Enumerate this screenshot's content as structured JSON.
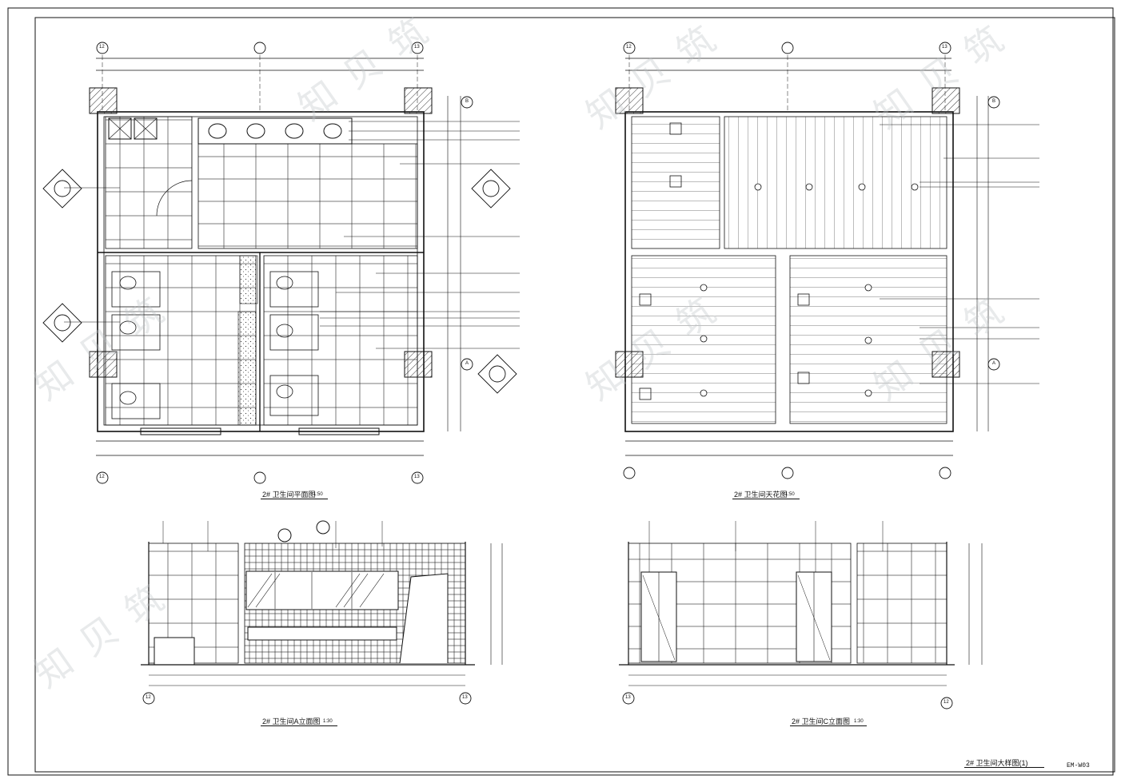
{
  "drawing_titles": {
    "floor_plan": "2# 卫生间平面图",
    "ceiling_plan": "2# 卫生间天花图",
    "elevation_a": "2# 卫生间A立面图",
    "elevation_c": "2# 卫生间C立面图",
    "sheet_title": "2# 卫生间大样图(1)"
  },
  "scales": {
    "floor_plan": "1:50",
    "ceiling_plan": "1:50",
    "elevation_a": "1:30",
    "elevation_c": "1:30"
  },
  "sheet_number": "EM-W03",
  "grid_labels": {
    "g12": "12",
    "g13": "13",
    "gA": "A",
    "gB": "B"
  },
  "watermark_text": "知 贝 筑",
  "colors": {
    "line": "#111111",
    "hatch": "#333333",
    "watermark": "#bfc4c8"
  }
}
